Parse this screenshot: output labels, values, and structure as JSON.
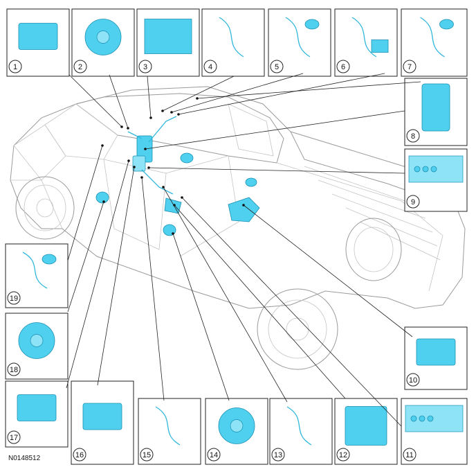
{
  "drawing_id": "N0148512",
  "callouts": [
    {
      "number": "1",
      "part_icon": "module-with-bracket-icon"
    },
    {
      "number": "2",
      "part_icon": "speaker-icon"
    },
    {
      "number": "3",
      "part_icon": "display-screen-icon"
    },
    {
      "number": "4",
      "part_icon": "wire-harness-icon"
    },
    {
      "number": "5",
      "part_icon": "antenna-with-cable-icon"
    },
    {
      "number": "6",
      "part_icon": "usb-port-with-cable-icon"
    },
    {
      "number": "7",
      "part_icon": "antenna-cable-icon"
    },
    {
      "number": "8",
      "part_icon": "center-stack-panel-icon"
    },
    {
      "number": "9",
      "part_icon": "control-panel-icon"
    },
    {
      "number": "10",
      "part_icon": "subwoofer-amplifier-icon"
    },
    {
      "number": "11",
      "part_icon": "control-panel-icon"
    },
    {
      "number": "12",
      "part_icon": "subwoofer-enclosure-icon"
    },
    {
      "number": "13",
      "part_icon": "wire-harness-icon"
    },
    {
      "number": "14",
      "part_icon": "speaker-icon"
    },
    {
      "number": "15",
      "part_icon": "wire-harness-icon"
    },
    {
      "number": "16",
      "part_icon": "module-with-bracket-icon"
    },
    {
      "number": "17",
      "part_icon": "audio-unit-icon"
    },
    {
      "number": "18",
      "part_icon": "speaker-grille-icon"
    },
    {
      "number": "19",
      "part_icon": "antenna-cable-icon"
    }
  ],
  "colors": {
    "part_fill": "#4fd0ee",
    "part_outline": "#1a8fb3",
    "vehicle_outline": "#9a9a9a",
    "callout_border": "#222222"
  }
}
